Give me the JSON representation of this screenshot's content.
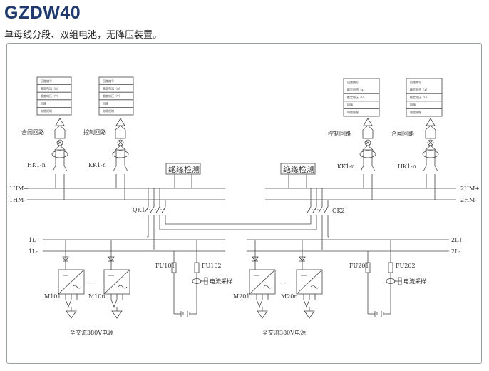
{
  "header": {
    "title": "GZDW40",
    "subtitle": "单母线分段、双组电池，无降压装置。"
  },
  "diagram": {
    "bus_labels": {
      "hm_plus_left": "1HM+",
      "hm_minus_left": "1HM-",
      "hm_plus_right": "2HM+",
      "hm_minus_right": "2HM-",
      "l_plus_left": "1L+",
      "l_minus_left": "1L-",
      "l_plus_right": "2L+",
      "l_minus_right": "2L-"
    },
    "insulation_monitor_left": "绝缘检测",
    "insulation_monitor_right": "绝缘检测",
    "switch_left": "QK1",
    "switch_right": "QK2",
    "circuits": {
      "closing_left": "合闸回路",
      "control_left": "控制回路",
      "control_right": "控制回路",
      "closing_right": "合闸回路"
    },
    "hk_labels": {
      "hk1": "HK1-n",
      "kk1_left": "KK1-n",
      "kk1_right": "KK1-n",
      "hk1_right": "HK1-n"
    },
    "meter_tables": {
      "t1": [
        "回路编号",
        "额定电流（A）",
        "额定电压（V）",
        "回路",
        "电缆规格"
      ],
      "t2": [
        "回路编号",
        "额定电流（A）",
        "额定电压（V）",
        "回路",
        "电缆规格"
      ],
      "t3": [
        "回路编号",
        "额定电流（A）",
        "额定电压（V）",
        "回路",
        "电缆规格"
      ],
      "t4": [
        "回路编号",
        "额定电流（A）",
        "额定电压（V）",
        "回路",
        "电缆规格"
      ]
    },
    "modules": {
      "m101": "M101",
      "m10n": "M10n",
      "m201": "M201",
      "m20n": "M20n",
      "dashes_left": "- -",
      "dashes_right": "- -"
    },
    "fuses": {
      "fu101": "FU101",
      "fu102": "FU102",
      "fu201": "FU201",
      "fu202": "FU202"
    },
    "sampling_left": "电流采样",
    "sampling_right": "电流采样",
    "ac_source_left": "至交流380V电源",
    "ac_source_right": "至交流380V电源"
  }
}
